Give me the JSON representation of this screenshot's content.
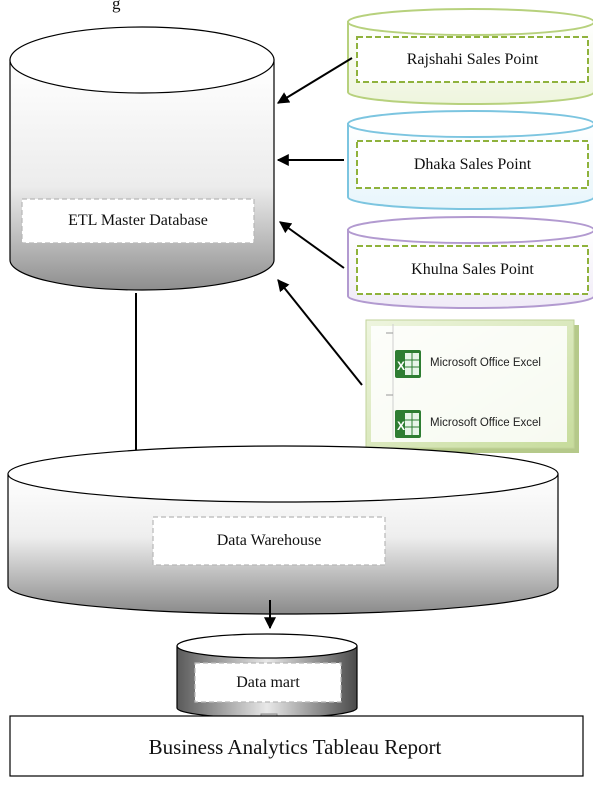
{
  "top_caption": "g",
  "nodes": {
    "etl_master": "ETL Master Database",
    "rajshahi": "Rajshahi Sales Point",
    "dhaka": "Dhaka Sales Point",
    "khulna": "Khulna Sales Point",
    "excel_1": "Microsoft Office Excel",
    "excel_2": "Microsoft Office Excel",
    "data_warehouse": "Data Warehouse",
    "data_mart": "Data mart",
    "report": "Business Analytics Tableau Report"
  },
  "colors": {
    "rajshahi": "#b7d17d",
    "dhaka": "#7cc5e0",
    "khulna": "#b29ad0",
    "dashed_border": "#8fb23c",
    "excel_panel": "#d6e7b6"
  },
  "icons": [
    "excel-icon",
    "excel-icon"
  ]
}
